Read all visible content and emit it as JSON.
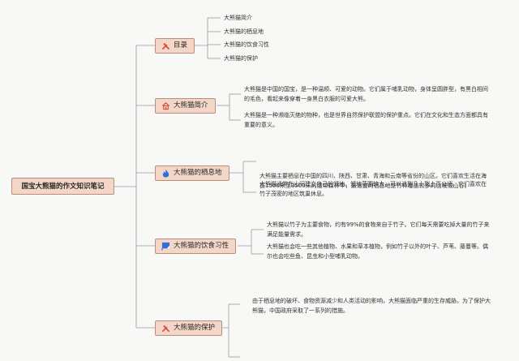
{
  "root": {
    "label": "国宝大熊猫的作文知识笔记"
  },
  "branches": [
    {
      "label": "目录",
      "icon": "tools-icon",
      "items": [
        "大熊猫简介",
        "大熊猫的栖息地",
        "大熊猫的饮食习性",
        "大熊猫的保护"
      ]
    },
    {
      "label": "大熊猫简介",
      "icon": "home-icon",
      "paragraphs": [
        "大熊猫是中国的国宝，是一种温顺、可爱的动物。它们属于哺乳动物，身体呈圆胖型，有黑白相间的毛色，看起来像穿着一身黑白衣服的可爱大熊。",
        "大熊猫是一种濒临灭绝的物种，也是世界自然保护联盟的保护重点。它们在文化和生态方面都具有重要的意义。"
      ]
    },
    {
      "label": "大熊猫的栖息地",
      "icon": "flame-icon",
      "paragraphs": [
        "大熊猫主要栖息在中国的四川、陕西、甘肃、青海和云南等省份的山区。它们喜欢生活在海拔1500米至3500米的温带森林中，最适宜的栖息地是竹林覆盖较多的山坡或山谷。",
        "大熊猫通常在山间建立自己的领地，领地范围较大，可以达到几十到上百公顷。它们喜欢在竹子茂密的地区筑巢休息。"
      ]
    },
    {
      "label": "大熊猫的饮食习性",
      "icon": "flag-icon",
      "paragraphs": [
        "大熊猫以竹子为主要食物，约有99%的食物来自于竹子。它们每天需要吃掉大量的竹子来满足能量需求。",
        "大熊猫也会吃一些其他植物、水果和草本植物，例如竹子以外的叶子、芦苇、藤蔓等。偶尔也会吃些鱼、昆虫和小型哺乳动物。"
      ]
    },
    {
      "label": "大熊猫的保护",
      "icon": "tools-icon",
      "paragraphs": [
        "由于栖息地的破坏、食物资源减少和人类活动的影响，大熊猫面临严重的生存威胁。为了保护大熊猫，中国政府采取了一系列的措施。"
      ]
    }
  ],
  "colors": {
    "node_fill": "#f3d6c8",
    "node_border": "#b98f7a",
    "line": "#9a9a9a",
    "icon_red": "#d94a3a",
    "icon_blue": "#2f6fd6"
  }
}
